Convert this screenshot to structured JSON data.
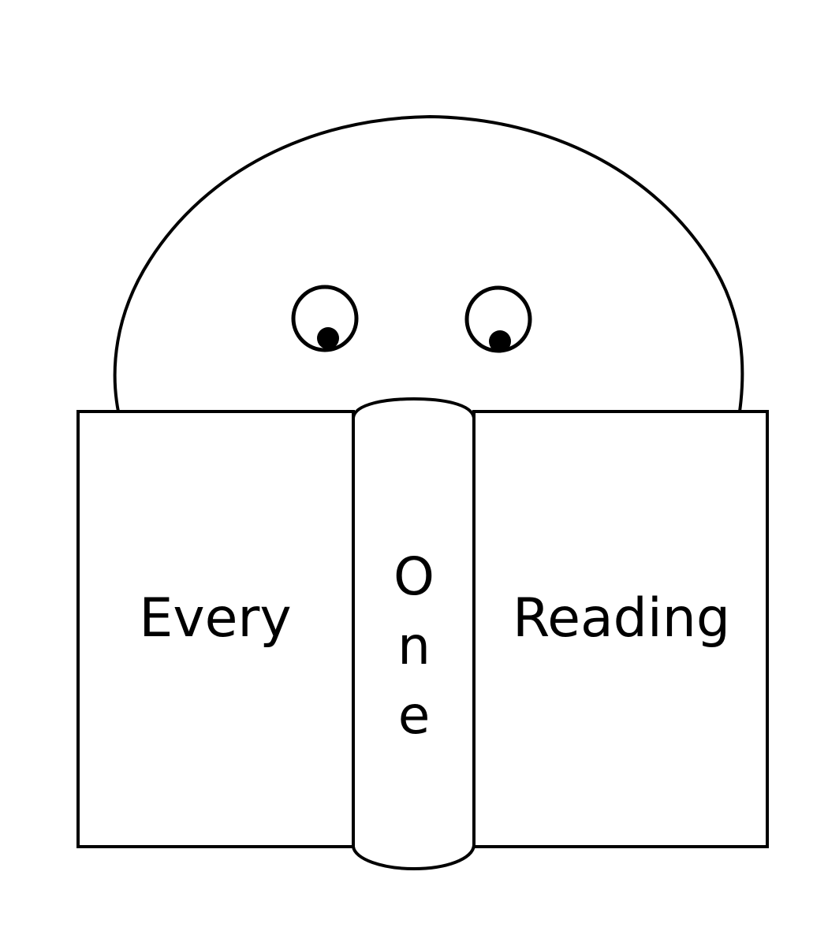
{
  "illustration": {
    "left_page_text": "Every",
    "spine_text": [
      "O",
      "n",
      "e"
    ],
    "right_page_text": "Reading",
    "stroke_color": "#000000",
    "background_color": "#ffffff"
  }
}
